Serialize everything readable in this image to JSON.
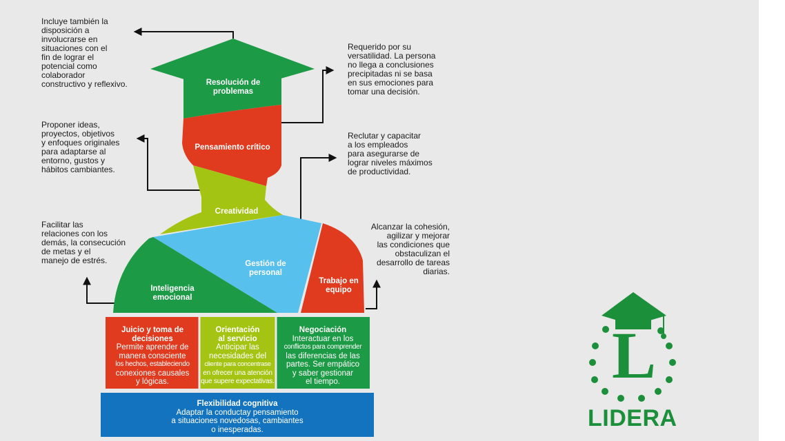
{
  "colors": {
    "green": "#1c9a45",
    "red": "#e03a1f",
    "lime": "#a4c414",
    "sky": "#57c0ec",
    "blue": "#1373bf",
    "logo_green": "#1c8f3b",
    "arrow": "#111111",
    "background": "#e9e9e9"
  },
  "figure": {
    "cap_label": [
      "Resolución de",
      "problemas"
    ],
    "face_label": "Pensamiento crítico",
    "neck_label": "Creatividad",
    "chest_label": [
      "Gestión de",
      "personal"
    ],
    "left_shoulder_label": [
      "Inteligencia",
      "emocional"
    ],
    "right_shoulder_label": [
      "Trabajo en",
      "equipo"
    ]
  },
  "boxes": [
    {
      "title": [
        "Juicio y toma de",
        "decisiones"
      ],
      "desc": [
        "Permite aprender de",
        "manera consciente",
        "los hechos, estableciendo",
        "conexiones causales",
        "y lógicas."
      ]
    },
    {
      "title": [
        "Orientación",
        "al servicio"
      ],
      "desc": [
        "Anticipar las",
        "necesidades del",
        "cliente para concentrase",
        "en ofrecer una atención",
        "que supere expectativas."
      ]
    },
    {
      "title": [
        "Negociación"
      ],
      "desc": [
        "Interactuar en los",
        "conflictos para comprender",
        "las diferencias de las",
        "partes. Ser empático",
        "y saber gestionar",
        "el tiempo."
      ]
    }
  ],
  "base": {
    "title": "Flexibilidad cognitiva",
    "desc": [
      "Adaptar la conductay pensamiento",
      "a situaciones novedosas, cambiantes",
      "o inesperadas."
    ]
  },
  "notes": {
    "top_left": [
      "Incluye también la",
      "disposición a",
      "involucrarse en",
      "situaciones con el",
      "fin de lograr el",
      "potencial como",
      "colaborador",
      "constructivo y reflexivo."
    ],
    "mid_left": [
      "Proponer ideas,",
      "proyectos, objetivos",
      "y enfoques originales",
      "para adaptarse al",
      "entorno, gustos y",
      "hábitos cambiantes."
    ],
    "low_left": [
      "Facilitar las",
      "relaciones con los",
      "demás, la consecución",
      "de metas y el",
      "manejo de estrés."
    ],
    "top_right": [
      "Requerido por su",
      "versatilidad. La persona",
      "no llega a conclusiones",
      "precipitadas ni se basa",
      "en sus emociones para",
      "tomar una decisión."
    ],
    "mid_right": [
      "Reclutar y capacitar",
      "a los empleados",
      "para asegurarse de",
      "lograr niveles máximos",
      "de productividad."
    ],
    "low_right": [
      "Alcanzar la cohesión,",
      "agilizar y mejorar",
      "las condiciones que",
      "obstaculizan el",
      "desarrollo de tareas",
      "diarias."
    ]
  },
  "logo": {
    "wordmark": "LIDERA",
    "letter": "L"
  }
}
